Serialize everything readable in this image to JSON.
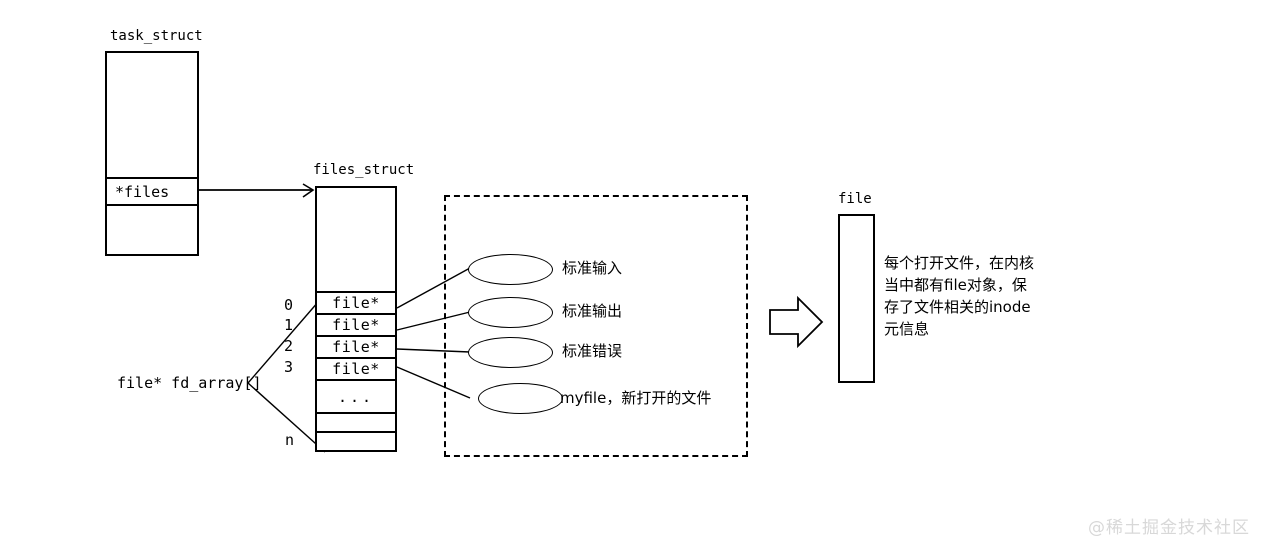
{
  "diagram": {
    "title_hidden": "Linux file descriptor table diagram",
    "task_struct": {
      "caption": "task_struct",
      "field_label": "*files"
    },
    "files_struct": {
      "caption": "files_struct",
      "array_label": "file* fd_array[]",
      "indices": [
        "0",
        "1",
        "2",
        "3",
        "n"
      ],
      "cells": [
        "file*",
        "file*",
        "file*",
        "file*",
        "...",
        "",
        ""
      ]
    },
    "descriptors": [
      {
        "label": "标准输入"
      },
      {
        "label": "标准输出"
      },
      {
        "label": "标准错误"
      },
      {
        "label": "myfile，新打开的文件"
      }
    ],
    "file_object": {
      "caption": "file",
      "description_lines": [
        "每个打开文件，在内核",
        "当中都有file对象，保",
        "存了文件相关的inode",
        "元信息"
      ]
    },
    "watermark": "@稀土掘金技术社区",
    "colors": {
      "stroke": "#000000",
      "background": "#ffffff",
      "watermark": "#d8d8d8"
    }
  }
}
